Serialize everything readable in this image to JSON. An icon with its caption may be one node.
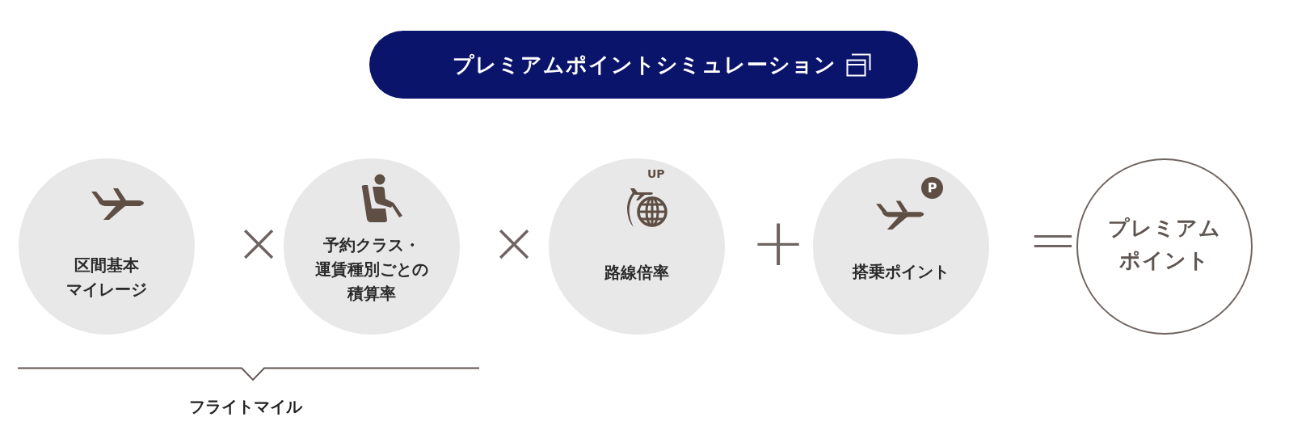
{
  "diagram": {
    "nodes": [
      {
        "text": [
          "プレミアムポイントシミュレーション"
        ]
      },
      {
        "text": [
          "区間基本マイレージ"
        ]
      },
      {
        "text": [
          "予約クラス・運賃種別ごとの積算率"
        ]
      },
      {
        "text": [
          "UP",
          "路線倍率"
        ]
      },
      {
        "text": [
          "P",
          "搭乗ポイント"
        ]
      },
      {
        "text": [
          "プレミアムポイント"
        ]
      }
    ],
    "labels": [
      "×",
      "×",
      "+",
      "=",
      "フライトマイル"
    ]
  }
}
